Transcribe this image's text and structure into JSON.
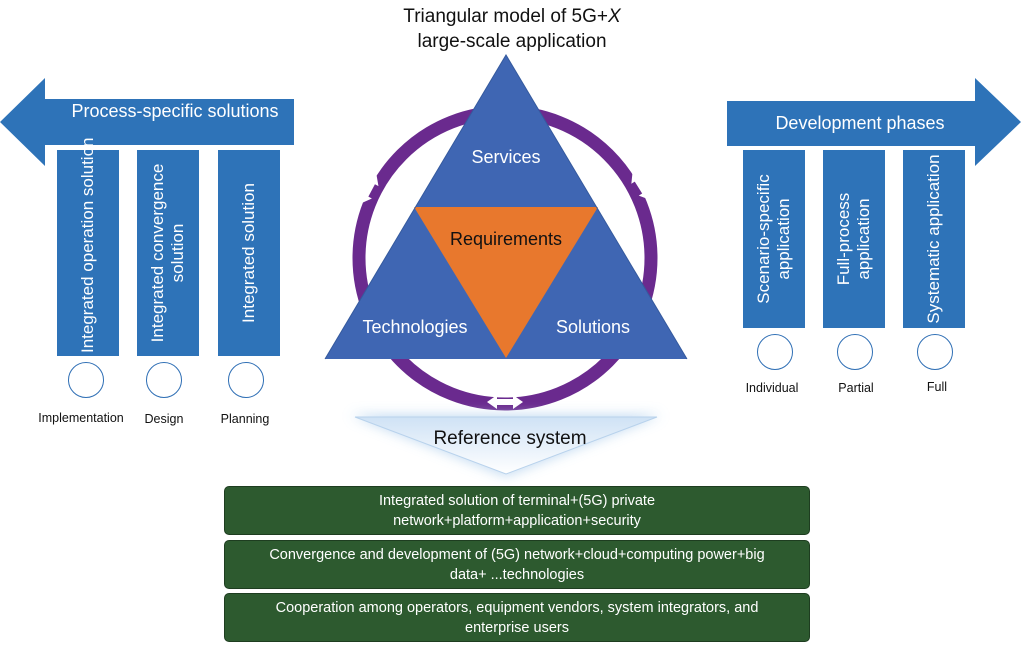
{
  "title": {
    "line1_prefix": "Triangular model of 5G+",
    "line1_var": "X",
    "line2": "large-scale application"
  },
  "left_panel": {
    "arrow_label": "Process-specific solutions",
    "bars": [
      {
        "label": "Integrated operation solution",
        "caption": "Implementation"
      },
      {
        "label": "Integrated convergence solution",
        "caption": "Design"
      },
      {
        "label": "Integrated solution",
        "caption": "Planning"
      }
    ]
  },
  "right_panel": {
    "arrow_label": "Development phases",
    "bars": [
      {
        "label": "Scenario-specific application",
        "caption": "Individual"
      },
      {
        "label": "Full-process application",
        "caption": "Partial"
      },
      {
        "label": "Systematic application",
        "caption": "Full"
      }
    ]
  },
  "triangle": {
    "top": "Services",
    "center": "Requirements",
    "bottom_left": "Technologies",
    "bottom_right": "Solutions"
  },
  "reference": {
    "label": "Reference system",
    "boxes": [
      "Integrated solution of terminal+(5G) private network+platform+application+security",
      "Convergence and development of (5G) network+cloud+computing power+big data+ ...technologies",
      "Cooperation among operators, equipment vendors, system integrators, and enterprise users"
    ]
  },
  "colors": {
    "blue": "#2e73b8",
    "triangle_blue": "#3f66b3",
    "orange": "#e8782d",
    "purple": "#6a2a8e",
    "green": "#2d5a2f"
  }
}
